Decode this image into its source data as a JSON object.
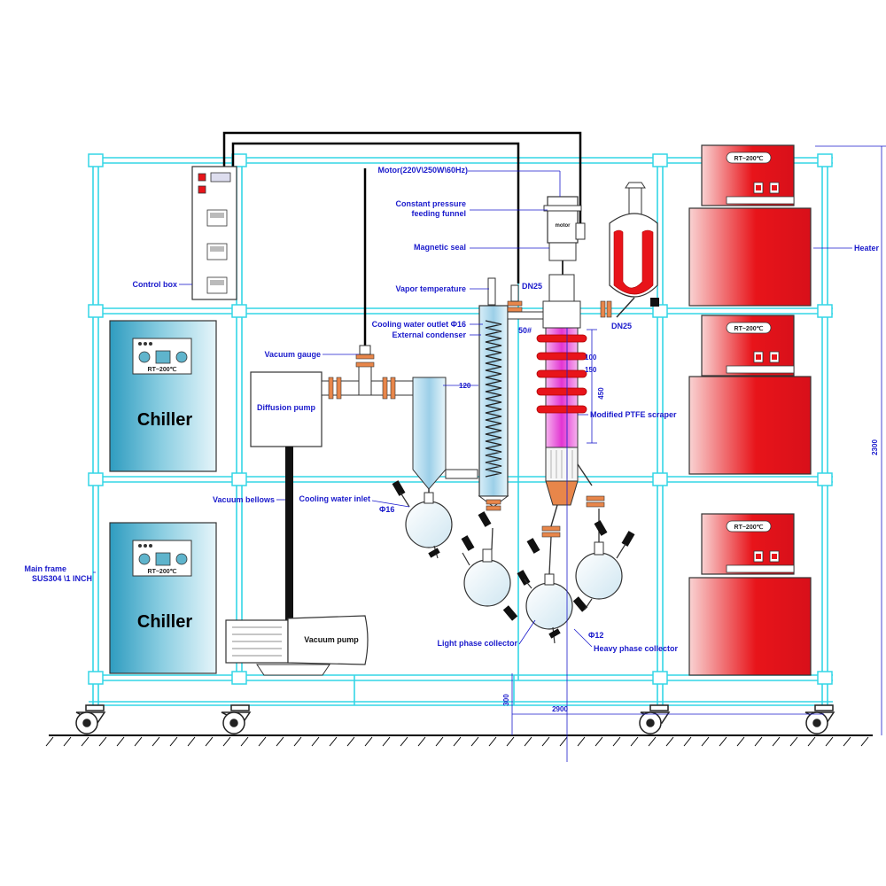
{
  "labels": {
    "motor": "Motor(220V\\250W\\60Hz)",
    "feeding_funnel_1": "Constant pressure",
    "feeding_funnel_2": "feeding funnel",
    "magnetic_seal": "Magnetic seal",
    "vapor_temperature": "Vapor temperature",
    "dn25_top": "DN25",
    "cooling_water_outlet": "Cooling water outlet Φ16",
    "external_condenser": "External condenser",
    "fifty": "50#",
    "dn25_right": "DN25",
    "control_box": "Control box",
    "vacuum_gauge": "Vacuum gauge",
    "diffusion_pump": "Diffusion pump",
    "vacuum_bellows": "Vacuum bellows",
    "cooling_water_inlet": "Cooling water inlet",
    "phi16": "Φ16",
    "main_frame_1": "Main frame",
    "main_frame_2": "SUS304 \\1 INCH",
    "modified_ptfe_scraper": "Modified PTFE scraper",
    "heater": "Heater",
    "light_phase_collector": "Light phase collector",
    "heavy_phase_collector": "Heavy phase collector",
    "phi12": "Φ12",
    "vacuum_pump": "Vacuum pump",
    "chiller_top": "Chiller",
    "chiller_bottom": "Chiller",
    "chiller_display_top": "RT~200℃",
    "chiller_display_bottom": "RT~200℃",
    "heater_display_1": "RT~200℃",
    "heater_display_2": "RT~200℃",
    "heater_display_3": "RT~200℃",
    "motor_tag": "motor"
  },
  "dimensions": {
    "d100": "100",
    "d150": "150",
    "d450": "450",
    "d120": "120",
    "d2300": "2300",
    "d300": "300",
    "d2900": "2900"
  },
  "colors": {
    "frame": "#33d6e6",
    "heater_red": "#e8141a",
    "glass_blue": "#a9d8ee",
    "scraper_pink": "#e83ad6",
    "clamp_orange": "#e8864a",
    "label_blue": "#1a1acc",
    "chiller_teal": "#5fb4cc"
  }
}
